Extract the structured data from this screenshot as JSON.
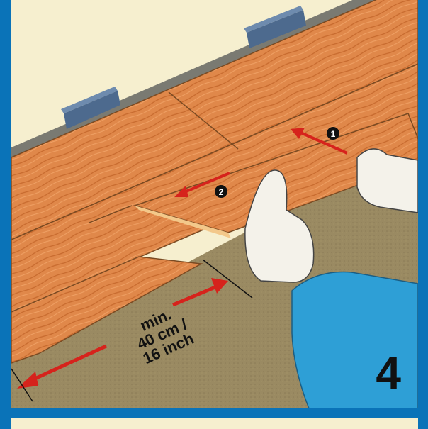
{
  "illustration": {
    "step_number": "4",
    "measurement": {
      "line1": "min.",
      "line2": "40 cm /",
      "line3": "16 inch"
    },
    "arrow_labels": [
      "1",
      "2"
    ]
  },
  "colors": {
    "border": "#0a73b8",
    "wall": "#f6efcf",
    "underlay": "#9a8a62",
    "plank": "#e0884a",
    "arrow": "#d6231c",
    "sleeve": "#2e9fd6"
  }
}
